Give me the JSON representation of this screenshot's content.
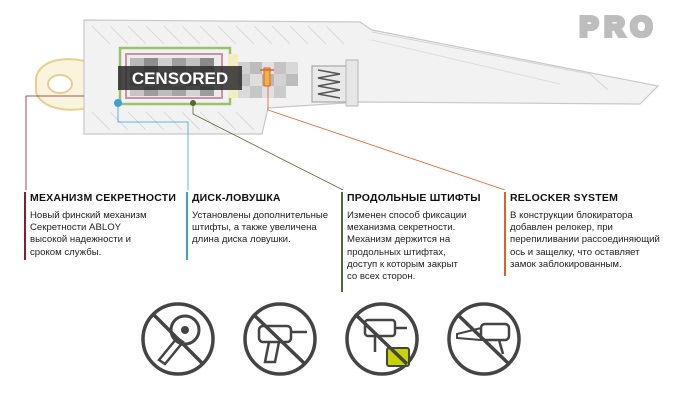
{
  "brand": {
    "logo_text": "PRO"
  },
  "device": {
    "censor_label": "CENSORED"
  },
  "callouts": [
    {
      "title": "МЕХАНИЗМ СЕКРЕТНОСТИ",
      "lines": [
        "Новый финский механизм",
        "Секретности ABLOY",
        "высокой надежности и",
        "сроком службы."
      ],
      "color": "#8a1b37"
    },
    {
      "title": "ДИСК-ЛОВУШКА",
      "lines": [
        "Установлены дополнительные",
        "штифты, а также увеличена",
        "длина диска ловушки."
      ],
      "color": "#3aa3d6"
    },
    {
      "title": "ПРОДОЛЬНЫЕ ШТИФТЫ",
      "lines": [
        "Изменен способ фиксации",
        "механизма секретности.",
        "Механизм держится на",
        "продольных штифтах,",
        "доступ к которым закрыт",
        "со всех сторон."
      ],
      "color": "#4f6b30"
    },
    {
      "title": "RELOCKER SYSTEM",
      "lines": [
        "В конструкции блокиратора",
        "добавлен релокер, при",
        "перепиливании рассоединяющий",
        "ось и защелку, что оставляет",
        "замок заблокированным."
      ],
      "color": "#e0602a"
    }
  ],
  "prohibited_tools": [
    {
      "icon": "no-angle-grinder-icon"
    },
    {
      "icon": "no-drill-icon"
    },
    {
      "icon": "no-hammer-drill-icon"
    },
    {
      "icon": "no-reciprocating-saw-icon"
    }
  ]
}
